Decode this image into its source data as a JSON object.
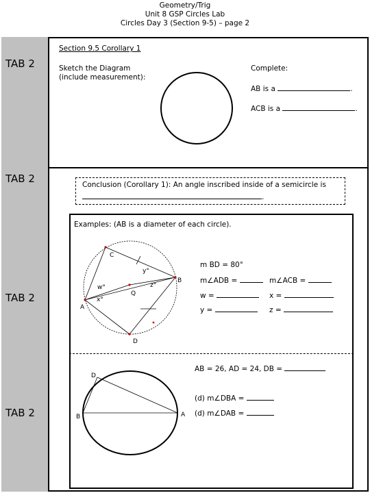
{
  "header": {
    "line1": "Geometry/Trig",
    "line2": "Unit 8 GSP Circles Lab",
    "line3": "Circles Day 3 (Section 9-5) – page 2"
  },
  "tabs": [
    "TAB 2",
    "TAB 2",
    "TAB 2",
    "TAB 2"
  ],
  "section1": {
    "title": "Section 9.5 Corollary 1",
    "sketch_line1": "Sketch the Diagram",
    "sketch_line2": "(include measurement):",
    "complete_label": "Complete:",
    "ab_prefix": "AB is a",
    "acb_prefix": "ACB is a",
    "period": "."
  },
  "conclusion": {
    "line1": "Conclusion (Corollary 1): An angle inscribed inside of a semicircle is",
    "end": "."
  },
  "examples": {
    "intro": "Examples: (AB is a diameter of each circle).",
    "fig1": {
      "C": "C",
      "B": "B",
      "A": "A",
      "D": "D",
      "Q": "Q",
      "y": "y°",
      "z": "z°",
      "w": "w°",
      "x": "x°"
    },
    "mBD": "m BD = 80°",
    "mADB": "m∠ADB =",
    "mACB": "m∠ACB =",
    "w": "w =",
    "x": "x =",
    "y": "y =",
    "z": "z =",
    "given": "AB = 26, AD = 24, DB =",
    "fig2": {
      "D": "D",
      "B": "B",
      "A": "A"
    },
    "d1": "(d)  m∠DBA =",
    "d2": "(d)  m∠DAB ="
  }
}
